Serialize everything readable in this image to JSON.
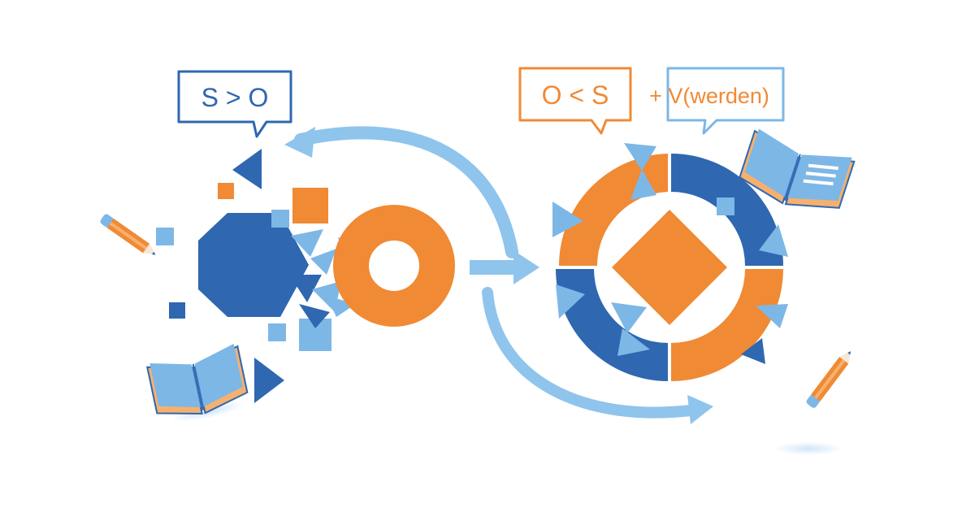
{
  "colors": {
    "blue": "#2f67b1",
    "light_blue": "#7db7e6",
    "arrow_blue": "#8fc4ec",
    "orange": "#f08a34",
    "page_orange": "#f6b06e",
    "background": "#ffffff"
  },
  "labels": {
    "left_bubble": "S > O",
    "right_bubble_main": "O < S",
    "right_bubble_extra": "+ V(werden)"
  },
  "icons": [
    "pencil-icon",
    "open-book-icon",
    "hexagon-shape",
    "ring-shape",
    "segmented-ring-shape",
    "diamond-shape",
    "arrow-icon"
  ]
}
